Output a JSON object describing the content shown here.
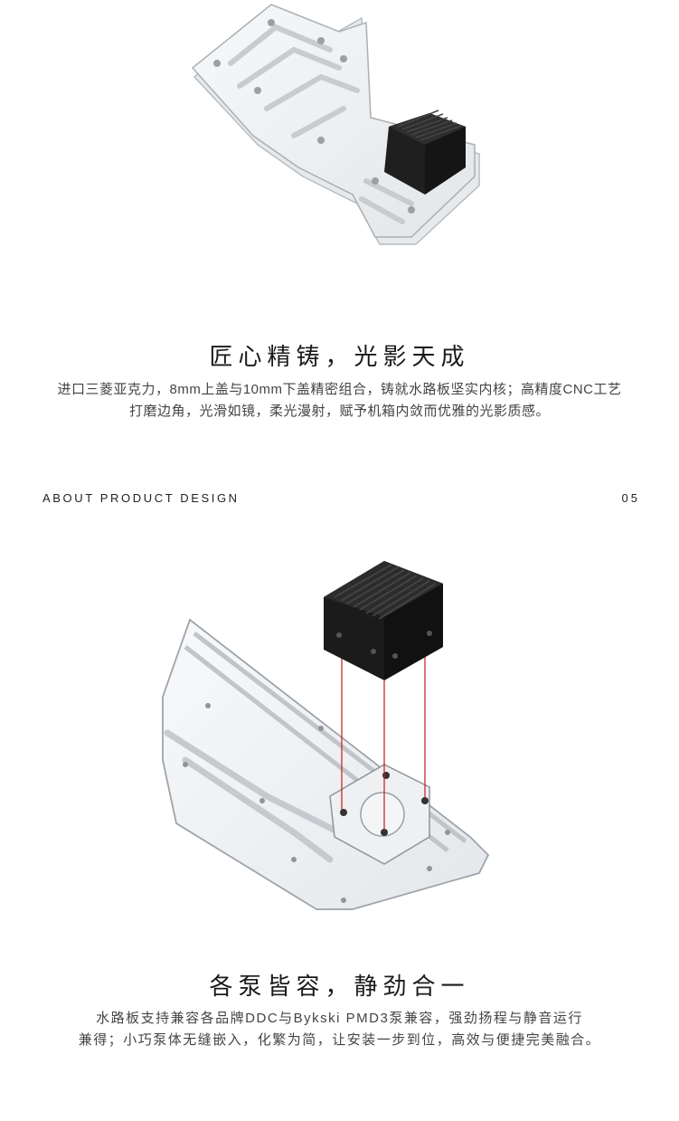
{
  "section1": {
    "heading": "匠心精铸，光影天成",
    "desc_line1": "进口三菱亚克力，8mm上盖与10mm下盖精密组合，铸就水路板坚实内核；高精度CNC工艺",
    "desc_line2": "打磨边角，光滑如镜，柔光漫射，赋予机箱内敛而优雅的光影质感。"
  },
  "about": {
    "label": "ABOUT PRODUCT DESIGN",
    "page": "05"
  },
  "section2": {
    "heading": "各泵皆容，静劲合一",
    "desc_line1": "水路板支持兼容各品牌DDC与Bykski PMD3泵兼容，强劲扬程与静音运行",
    "desc_line2": "兼得；小巧泵体无缝嵌入，化繁为简，让安装一步到位，高效与便捷完美融合。"
  },
  "colors": {
    "accent": "#c41a1a",
    "pump": "#1b1b1b",
    "acrylic_edge": "#b9bec3"
  }
}
